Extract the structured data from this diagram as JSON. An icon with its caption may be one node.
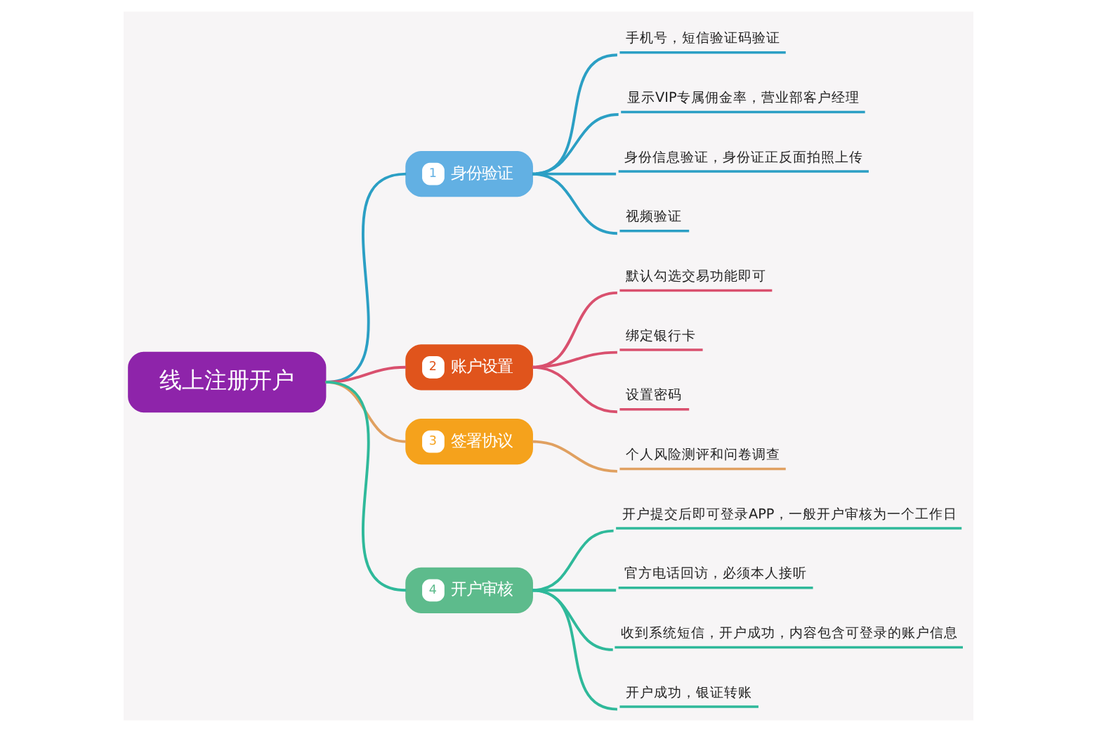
{
  "diagram": {
    "nodes": [
      {
        "text": [
          "线上注册开户"
        ]
      },
      {
        "text": [
          "1",
          "身份验证"
        ]
      },
      {
        "text": [
          "手机号，短信验证码验证"
        ]
      },
      {
        "text": [
          "显示VIP专属佣金率，营业部客户经理"
        ]
      },
      {
        "text": [
          "身份信息验证，身份证正反面拍照上传"
        ]
      },
      {
        "text": [
          "视频验证"
        ]
      },
      {
        "text": [
          "2",
          "账户设置"
        ]
      },
      {
        "text": [
          "默认勾选交易功能即可"
        ]
      },
      {
        "text": [
          "绑定银行卡"
        ]
      },
      {
        "text": [
          "设置密码"
        ]
      },
      {
        "text": [
          "3",
          "签署协议"
        ]
      },
      {
        "text": [
          "个人风险测评和问卷调查"
        ]
      },
      {
        "text": [
          "4",
          "开户审核"
        ]
      },
      {
        "text": [
          "开户提交后即可登录APP，一般开户审核为一个工作日"
        ]
      },
      {
        "text": [
          "官方电话回访，必须本人接听"
        ]
      },
      {
        "text": [
          "收到系统短信，开户成功，内容包含可登录的账户信息"
        ]
      },
      {
        "text": [
          "开户成功，银证转账"
        ]
      }
    ],
    "edges": [
      {
        "from": 0,
        "to": 1,
        "arrow": "none",
        "color": "#2b9fc4"
      },
      {
        "from": 1,
        "to": 2,
        "arrow": "none",
        "color": "#2b9fc4"
      },
      {
        "from": 1,
        "to": 3,
        "arrow": "none",
        "color": "#2b9fc4"
      },
      {
        "from": 1,
        "to": 4,
        "arrow": "none",
        "color": "#2b9fc4"
      },
      {
        "from": 1,
        "to": 5,
        "arrow": "none",
        "color": "#2b9fc4"
      },
      {
        "from": 0,
        "to": 6,
        "arrow": "none",
        "color": "#d9506e"
      },
      {
        "from": 6,
        "to": 7,
        "arrow": "none",
        "color": "#d9506e"
      },
      {
        "from": 6,
        "to": 8,
        "arrow": "none",
        "color": "#d9506e"
      },
      {
        "from": 6,
        "to": 9,
        "arrow": "none",
        "color": "#d9506e"
      },
      {
        "from": 0,
        "to": 10,
        "arrow": "none",
        "color": "#e0a060"
      },
      {
        "from": 10,
        "to": 11,
        "arrow": "none",
        "color": "#e0a060"
      },
      {
        "from": 0,
        "to": 12,
        "arrow": "none",
        "color": "#2fb99a"
      },
      {
        "from": 12,
        "to": 13,
        "arrow": "none",
        "color": "#2fb99a"
      },
      {
        "from": 12,
        "to": 14,
        "arrow": "none",
        "color": "#2fb99a"
      },
      {
        "from": 12,
        "to": 15,
        "arrow": "none",
        "color": "#2fb99a"
      },
      {
        "from": 12,
        "to": 16,
        "arrow": "none",
        "color": "#2fb99a"
      }
    ]
  }
}
